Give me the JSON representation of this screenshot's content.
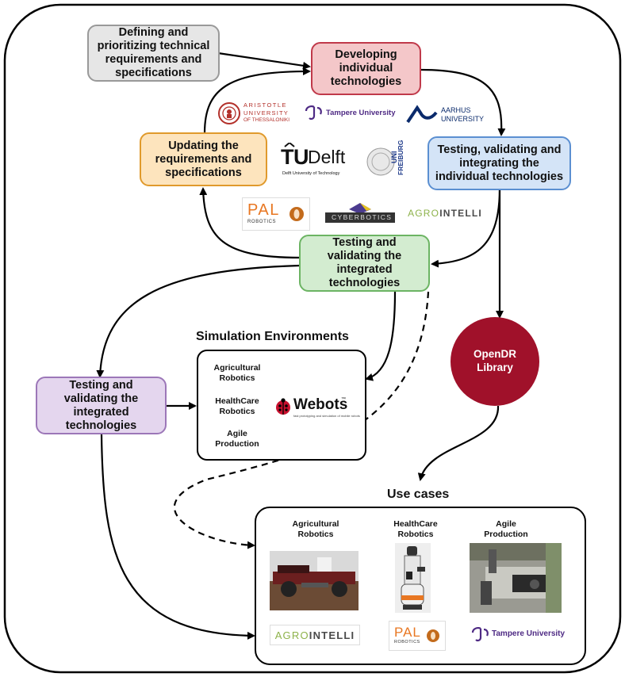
{
  "boxes": {
    "define": "Defining and prioritizing technical requirements and specifications",
    "develop": "Developing individual technologies",
    "update": "Updating the requirements and specifications",
    "test_individual": "Testing, validating and integrating the individual technologies",
    "test_integrated": "Testing and validating the integrated technologies",
    "test_left": "Testing and validating the integrated technologies",
    "opendr": "OpenDR Library"
  },
  "sim": {
    "title": "Simulation Environments",
    "items": [
      "Agricultural Robotics",
      "HealthCare Robotics",
      "Agile Production"
    ],
    "webots": "Webots",
    "webots_tm": "™",
    "webots_sub": "fast prototyping and simulation of mobile robots"
  },
  "use_cases": {
    "title": "Use cases",
    "columns": [
      {
        "label": "Agricultural Robotics",
        "partner": "AGROINTELLI"
      },
      {
        "label": "HealthCare Robotics",
        "partner": "PAL ROBOTICS"
      },
      {
        "label": "Agile Production",
        "partner": "Tampere University"
      }
    ]
  },
  "logos": {
    "auth": [
      "ARISTOTLE",
      "UNIVERSITY",
      "OF THESSALONIKI"
    ],
    "tampere": "Tampere University",
    "aarhus": [
      "AARHUS",
      "UNIVERSITY"
    ],
    "tudelft_t": "T",
    "tudelft_u": "U",
    "tudelft_delft": "Delft",
    "tudelft_sub": "Delft University of Technology",
    "freiburg": [
      "UNI",
      "FREIBURG"
    ],
    "pal": "PAL",
    "pal_sub": "ROBOTICS",
    "cyberbotics": "CYBERBOTICS",
    "agro_a": "AGRO",
    "agro_b": "INTELLI"
  },
  "colors": {
    "define_fill": "#e6e6e6",
    "define_stroke": "#999999",
    "develop_fill": "#f4c7c9",
    "develop_stroke": "#c0394a",
    "update_fill": "#fde4bd",
    "update_stroke": "#e09a2c",
    "test_ind_fill": "#d4e4f7",
    "test_ind_stroke": "#5b8fd1",
    "test_int_fill": "#d3ecd0",
    "test_int_stroke": "#6cb463",
    "test_left_fill": "#e4d6ee",
    "test_left_stroke": "#9c77b8",
    "opendr_fill": "#a0112a",
    "tampere_purple": "#4e2a84",
    "aarhus_blue": "#0a2a6b",
    "pal_orange": "#e87722"
  }
}
